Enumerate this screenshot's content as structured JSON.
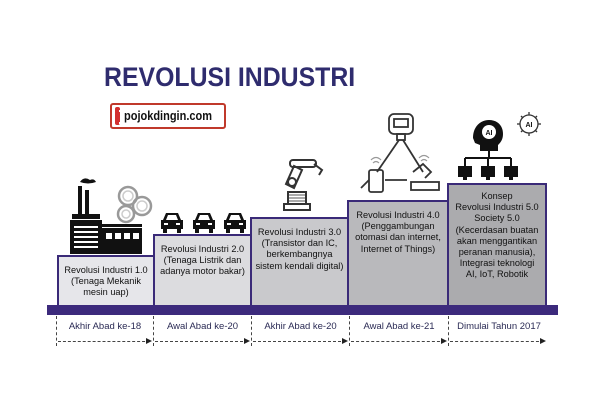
{
  "title": "REVOLUSI INDUSTRI",
  "logo": {
    "text": "pojokdingin.com",
    "color": "#d32f2f"
  },
  "colors": {
    "title": "#2f2c6e",
    "timeline_bar": "#3c2a7c",
    "box_border": "#3a2a78"
  },
  "stages": [
    {
      "id": "1.0",
      "lines": [
        "Revolusi Industri 1.0",
        "(Tenaga Mekanik",
        "mesin uap)"
      ],
      "era": "Akhir Abad ke-18",
      "icon": "factory-gears-icon",
      "fill": "#e6e6ea"
    },
    {
      "id": "2.0",
      "lines": [
        "Revolusi Industri 2.0",
        "(Tenaga Listrik dan",
        "adanya motor bakar)"
      ],
      "era": "Awal Abad ke-20",
      "icon": "cars-icon",
      "fill": "#dcdcdf"
    },
    {
      "id": "3.0",
      "lines": [
        "Revolusi Industri 3.0",
        "(Transistor dan IC,",
        "berkembangnya",
        "sistem kendali digital)"
      ],
      "era": "Akhir Abad ke-20",
      "icon": "robot-arm-icon",
      "fill": "#c9c9cc"
    },
    {
      "id": "4.0",
      "lines": [
        "Revolusi Industri 4.0",
        "(Penggambungan",
        "otomasi dan internet,",
        "Internet of Things)"
      ],
      "era": "Awal Abad ke-21",
      "icon": "iot-network-icon",
      "fill": "#b9b9bc"
    },
    {
      "id": "5.0",
      "lines": [
        "Konsep",
        "Revolusi Industri 5.0",
        "Society 5.0",
        "(Kecerdasan buatan",
        "akan menggantikan",
        "peranan manusia),",
        "Integrasi teknologi",
        "AI, IoT, Robotik"
      ],
      "era": "Dimulai Tahun 2017",
      "icon": "ai-network-icon",
      "fill": "#ababae"
    }
  ]
}
